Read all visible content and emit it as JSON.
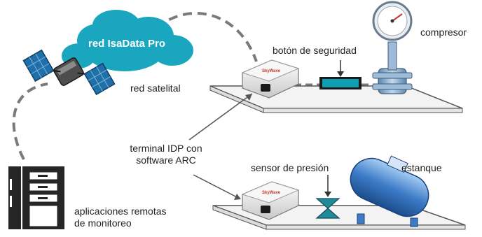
{
  "labels": {
    "cloud": "red IsaData Pro",
    "satellite_network": "red satelital",
    "safety_button": "botón de seguridad",
    "compressor": "compresor",
    "terminal_line1": "terminal IDP con",
    "terminal_line2": "software ARC",
    "pressure_sensor": "sensor de presión",
    "tank": "estanque",
    "apps_line1": "aplicaciones remotas",
    "apps_line2": "de monitoreo"
  },
  "colors": {
    "cloud": "#1aa6bf",
    "satellite_panel": "#1f6fa8",
    "display": "#0f9fb5",
    "valve": "#1f8a99",
    "gauge_body": "#8fb3cf",
    "tank": "#3d7bc7",
    "server": "#262626",
    "dashed_link": "#7a7a7a"
  },
  "icons": {
    "satellite": "satellite-icon",
    "cloud": "cloud-icon",
    "terminal": "terminal-device-icon",
    "gauge": "pressure-gauge-icon",
    "valve": "valve-icon",
    "tank": "tank-icon",
    "server": "server-icon"
  }
}
